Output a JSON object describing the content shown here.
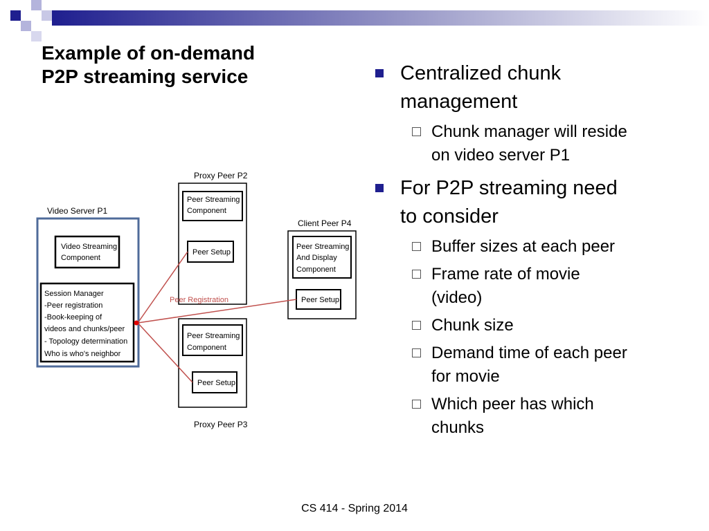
{
  "slide": {
    "title_line1": "Example of on-demand",
    "title_line2": "P2P streaming service",
    "footer": "CS 414 - Spring 2014"
  },
  "diagram": {
    "video_server_label": "Video Server P1",
    "video_streaming_component": [
      "Video Streaming",
      "Component"
    ],
    "session_manager": [
      "Session Manager",
      "-Peer registration",
      "-Book-keeping of",
      "videos and chunks/peer",
      "- Topology determination",
      "Who is who's neighbor"
    ],
    "proxy_p2_label": "Proxy Peer P2",
    "proxy_p2_component": [
      "Peer Streaming",
      "Component"
    ],
    "proxy_p2_setup": "Peer Setup",
    "client_p4_label": "Client Peer P4",
    "client_p4_component": [
      "Peer Streaming",
      "And Display",
      "Component"
    ],
    "client_p4_setup": "Peer Setup",
    "proxy_p3_label": "Proxy Peer P3",
    "proxy_p3_component": [
      "Peer Streaming",
      "Component"
    ],
    "proxy_p3_setup": "Peer Setup",
    "registration_label": "Peer Registration",
    "line_color": "#c0504d",
    "server_border_color": "#4f6b9a"
  },
  "bullets": [
    {
      "text_line1": "Centralized chunk",
      "text_line2": "management",
      "subs": [
        {
          "line1": "Chunk manager will reside",
          "line2": "on video server P1"
        }
      ]
    },
    {
      "text_line1": "For P2P streaming need",
      "text_line2": "to consider",
      "subs": [
        {
          "line1": "Buffer sizes at each peer",
          "line2": ""
        },
        {
          "line1": "Frame rate of movie",
          "line2": "(video)"
        },
        {
          "line1": "Chunk size",
          "line2": ""
        },
        {
          "line1": "Demand time of each peer",
          "line2": "for movie"
        },
        {
          "line1": "Which peer has which",
          "line2": "chunks"
        }
      ]
    }
  ]
}
